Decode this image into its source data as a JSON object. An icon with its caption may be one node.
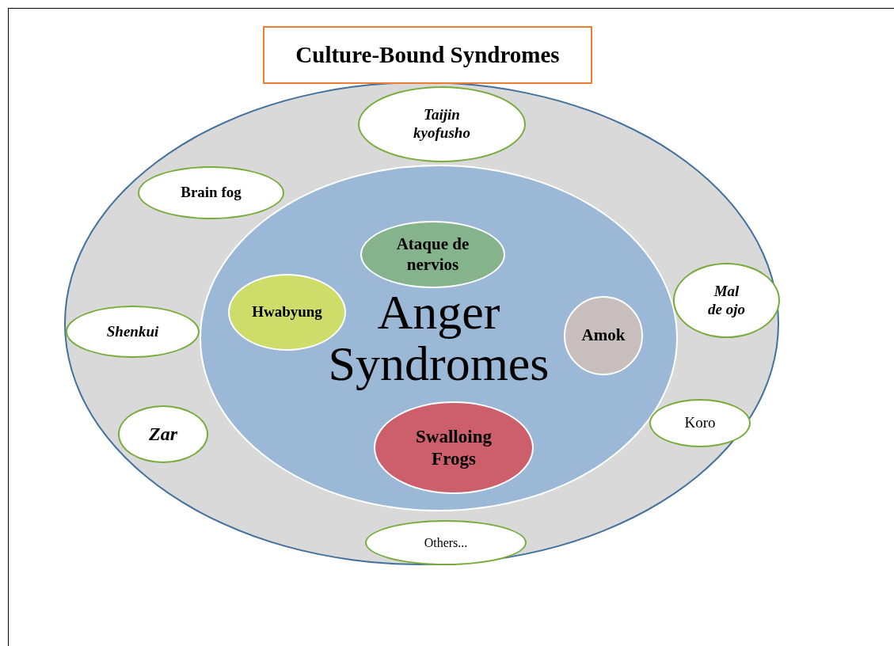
{
  "diagram": {
    "title": "Culture-Bound Syndromes",
    "nodes": [
      {
        "text": [],
        "shape": "ellipse"
      },
      {
        "text": [
          "Taijin kyofusho"
        ],
        "in": 0
      },
      {
        "text": [
          "Brain fog"
        ],
        "in": 0
      },
      {
        "text": [
          "Anger Syndromes"
        ],
        "in": 0
      },
      {
        "text": [
          "Ataque de nervios"
        ],
        "in": 3
      },
      {
        "text": [
          "Hwabyung"
        ],
        "in": 3
      },
      {
        "text": [
          "Amok"
        ],
        "in": 3
      },
      {
        "text": [
          "Swalloing Frogs"
        ],
        "in": 3
      },
      {
        "text": [
          "Mal de ojo"
        ],
        "in": 0
      },
      {
        "text": [
          "Shenkui"
        ],
        "in": 0
      },
      {
        "text": [
          "Zar"
        ],
        "in": 0
      },
      {
        "text": [
          "Koro"
        ],
        "in": 0
      },
      {
        "text": [
          "Others..."
        ],
        "in": 0
      }
    ],
    "edges": []
  }
}
